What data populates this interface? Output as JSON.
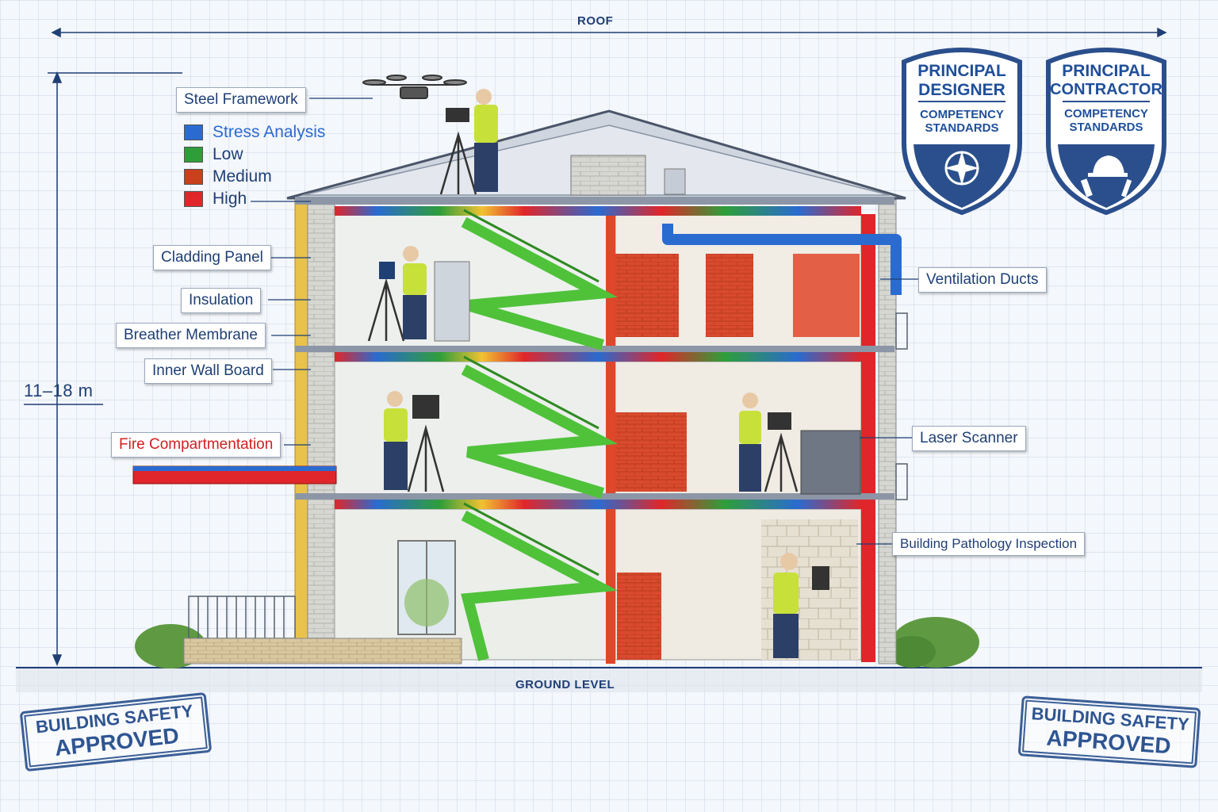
{
  "dimensions": {
    "roof": "ROOF",
    "ground": "GROUND LEVEL",
    "height": "11–18 m"
  },
  "legend": {
    "title": "Stress Analysis",
    "items": [
      {
        "label": "Low",
        "color": "#2f9e3a"
      },
      {
        "label": "Medium",
        "color": "#c8401c"
      },
      {
        "label": "High",
        "color": "#e0262a"
      }
    ],
    "title_color": "#2a6bd0"
  },
  "labels": {
    "steel_framework": "Steel Framework",
    "cladding_panel": "Cladding Panel",
    "insulation": "Insulation",
    "breather_membrane": "Breather Membrane",
    "inner_wall_board": "Inner Wall Board",
    "fire_compartmentation": "Fire Compartmentation",
    "ventilation_ducts": "Ventilation Ducts",
    "laser_scanner": "Laser Scanner",
    "building_pathology": "Building Pathology Inspection"
  },
  "badges": [
    {
      "line1": "PRINCIPAL",
      "line2": "DESIGNER",
      "line3": "COMPETENCY",
      "line4": "STANDARDS",
      "icon": "compass-icon"
    },
    {
      "line1": "PRINCIPAL",
      "line2": "CONTRACTOR",
      "line3": "COMPETENCY",
      "line4": "STANDARDS",
      "icon": "tools-icon"
    }
  ],
  "stamps": [
    {
      "line1": "BUILDING SAFETY",
      "line2": "APPROVED"
    },
    {
      "line1": "BUILDING SAFETY",
      "line2": "APPROVED"
    }
  ],
  "colors": {
    "blueprint": "#1f3f75",
    "steel_red": "#e0262a",
    "stair_green": "#4fc23a",
    "duct_blue": "#2a6bd0",
    "cladding_yellow": "#e8c24a"
  }
}
